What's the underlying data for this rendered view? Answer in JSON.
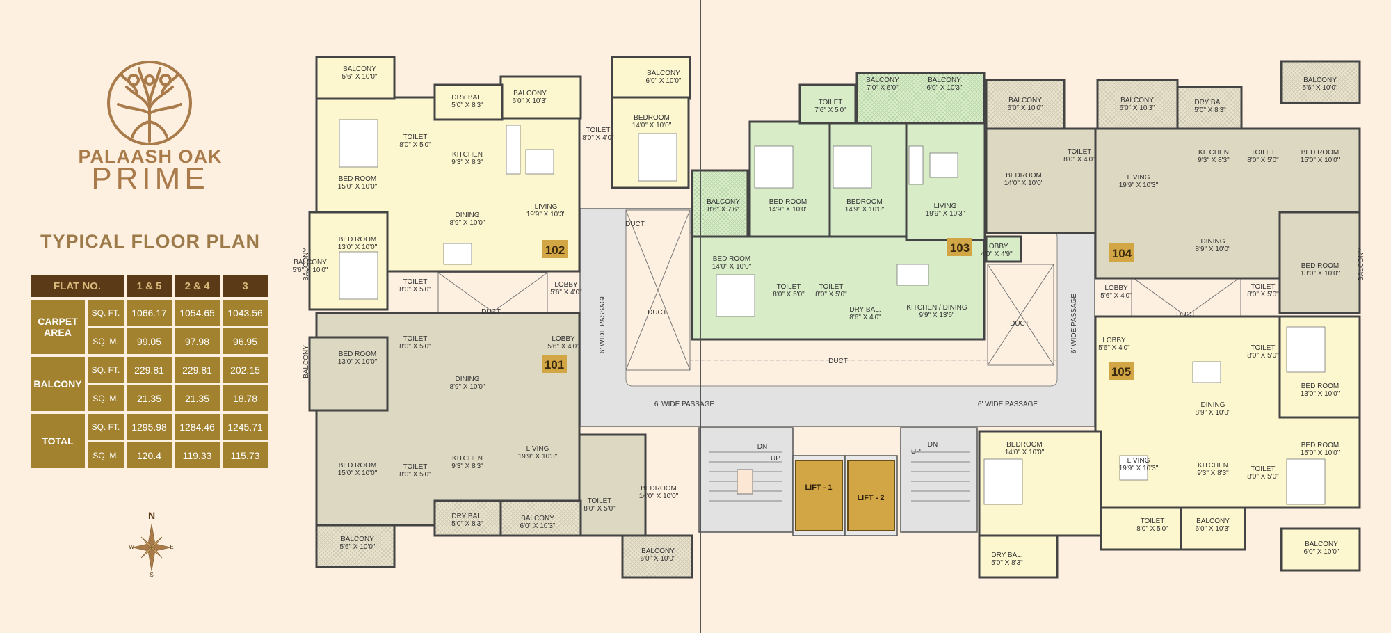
{
  "brand": {
    "line1": "PALAASH OAK",
    "line2": "PRIME"
  },
  "plan_title": "TYPICAL FLOOR PLAN",
  "colors": {
    "accent": "#a2812f",
    "header": "#5b3b17",
    "background": "#fdf0e0",
    "flat_yellow": "#fdf7cf",
    "flat_beige": "#ddd8c1",
    "flat_green": "#d8ecc8",
    "passage": "#e2e2e2",
    "lift": "#d2a645"
  },
  "area_table": {
    "headers": [
      "FLAT NO.",
      "1 & 5",
      "2 & 4",
      "3"
    ],
    "groups": [
      {
        "name": "CARPET AREA",
        "rows": [
          {
            "unit": "SQ. FT.",
            "values": [
              "1066.17",
              "1054.65",
              "1043.56"
            ]
          },
          {
            "unit": "SQ. M.",
            "values": [
              "99.05",
              "97.98",
              "96.95"
            ]
          }
        ]
      },
      {
        "name": "BALCONY",
        "rows": [
          {
            "unit": "SQ. FT.",
            "values": [
              "229.81",
              "229.81",
              "202.15"
            ]
          },
          {
            "unit": "SQ. M.",
            "values": [
              "21.35",
              "21.35",
              "18.78"
            ]
          }
        ]
      },
      {
        "name": "TOTAL",
        "rows": [
          {
            "unit": "SQ. FT.",
            "values": [
              "1295.98",
              "1284.46",
              "1245.71"
            ]
          },
          {
            "unit": "SQ. M.",
            "values": [
              "120.4",
              "119.33",
              "115.73"
            ]
          }
        ]
      }
    ]
  },
  "compass": {
    "n": "N",
    "s": "S",
    "e": "E",
    "w": "W"
  },
  "flats": [
    "101",
    "102",
    "103",
    "104",
    "105"
  ],
  "lifts": [
    "LIFT - 1",
    "LIFT - 2"
  ],
  "rooms": [
    [
      "BALCONY",
      "5'6\" X 10'0\""
    ],
    [
      "DRY BAL.",
      "5'0\" X 8'3\""
    ],
    [
      "BALCONY",
      "6'0\" X 10'3\""
    ],
    [
      "BALCONY",
      "6'0\" X 10'0\""
    ],
    [
      "TOILET",
      "8'0\" X 5'0\""
    ],
    [
      "TOILET",
      "8'0\" X 4'0\""
    ],
    [
      "BEDROOM",
      "14'0\" X 10'0\""
    ],
    [
      "BED ROOM",
      "15'0\" X 10'0\""
    ],
    [
      "KITCHEN",
      "9'3\" X 8'3\""
    ],
    [
      "LIVING",
      "19'9\" X 10'3\""
    ],
    [
      "DINING",
      "8'9\" X 10'0\""
    ],
    [
      "BED ROOM",
      "13'0\" X 10'0\""
    ],
    [
      "TOILET",
      "8'0\" X 5'0\""
    ],
    [
      "LOBBY",
      "5'6\" X 4'0\""
    ],
    [
      "BALCONY",
      ""
    ],
    [
      "LOBBY",
      "5'6\" X 4'0\""
    ],
    [
      "TOILET",
      "8'0\" X 5'0\""
    ],
    [
      "BED ROOM",
      "13'0\" X 10'0\""
    ],
    [
      "DINING",
      "8'9\" X 10'0\""
    ],
    [
      "BALCONY",
      ""
    ],
    [
      "BED ROOM",
      "15'0\" X 10'0\""
    ],
    [
      "TOILET",
      "8'0\" X 5'0\""
    ],
    [
      "KITCHEN",
      "9'3\" X 8'3\""
    ],
    [
      "LIVING",
      "19'9\" X 10'3\""
    ],
    [
      "TOILET",
      "8'0\" X 5'0\""
    ],
    [
      "BEDROOM",
      "14'0\" X 10'0\""
    ],
    [
      "DRY BAL.",
      "5'0\" X 8'3\""
    ],
    [
      "BALCONY",
      "6'0\" X 10'3\""
    ],
    [
      "BALCONY",
      "5'6\" X 10'0\""
    ],
    [
      "BALCONY",
      "6'0\" X 10'0\""
    ],
    [
      "TOILET",
      "7'6\" X 5'0\""
    ],
    [
      "BALCONY",
      "7'0\" X 6'0\""
    ],
    [
      "BALCONY",
      "6'0\" X 10'3\""
    ],
    [
      "BALCONY",
      "8'6\" X 7'6\""
    ],
    [
      "BED ROOM",
      "14'9\" X 10'0\""
    ],
    [
      "BEDROOM",
      "14'9\" X 10'0\""
    ],
    [
      "LIVING",
      "19'9\" X 10'3\""
    ],
    [
      "BED ROOM",
      "14'0\" X 10'0\""
    ],
    [
      "TOILET",
      "8'0\" X 5'0\""
    ],
    [
      "TOILET",
      "8'0\" X 5'0\""
    ],
    [
      "DRY BAL.",
      "8'6\" X 4'0\""
    ],
    [
      "KITCHEN / DINING",
      "9'9\" X 13'6\""
    ],
    [
      "LOBBY",
      "4'0\" X 4'9\""
    ],
    [
      "BALCONY",
      "6'0\" X 10'0\""
    ],
    [
      "BALCONY",
      "6'0\" X 10'3\""
    ],
    [
      "DRY BAL.",
      "5'0\" X 8'3\""
    ],
    [
      "BALCONY",
      "5'6\" X 10'0\""
    ],
    [
      "TOILET",
      "8'0\" X 4'0\""
    ],
    [
      "BEDROOM",
      "14'0\" X 10'0\""
    ],
    [
      "LIVING",
      "19'9\" X 10'3\""
    ],
    [
      "KITCHEN",
      "9'3\" X 8'3\""
    ],
    [
      "TOILET",
      "8'0\" X 5'0\""
    ],
    [
      "BED ROOM",
      "15'0\" X 10'0\""
    ],
    [
      "DINING",
      "8'9\" X 10'0\""
    ],
    [
      "BED ROOM",
      "13'0\" X 10'0\""
    ],
    [
      "LOBBY",
      "5'6\" X 4'0\""
    ],
    [
      "TOILET",
      "8'0\" X 5'0\""
    ],
    [
      "LOBBY",
      "5'6\" X 4'0\""
    ],
    [
      "TOILET",
      "8'0\" X 5'0\""
    ],
    [
      "BED ROOM",
      "13'0\" X 10'0\""
    ],
    [
      "DINING",
      "8'9\" X 10'0\""
    ],
    [
      "BEDROOM",
      "14'0\" X 10'0\""
    ],
    [
      "LIVING",
      "19'9\" X 10'3\""
    ],
    [
      "KITCHEN",
      "9'3\" X 8'3\""
    ],
    [
      "TOILET",
      "8'0\" X 5'0\""
    ],
    [
      "BED ROOM",
      "15'0\" X 10'0\""
    ],
    [
      "TOILET",
      "8'0\" X 5'0\""
    ],
    [
      "BALCONY",
      "6'0\" X 10'3\""
    ],
    [
      "DRY BAL.",
      "5'0\" X 8'3\""
    ],
    [
      "BALCONY",
      "6'0\" X 10'0\""
    ],
    [
      "BALCONY",
      "5'6\" X 10'0\""
    ],
    [
      "BALCONY",
      ""
    ],
    [
      "BALCONY",
      ""
    ]
  ],
  "common": [
    "DUCT",
    "DUCT",
    "DUCT",
    "DUCT",
    "DUCT",
    "DUCT",
    "6' WIDE PASSAGE",
    "6' WIDE PASSAGE",
    "6' WIDE PASSAGE",
    "6' WIDE PASSAGE",
    "DN",
    "UP",
    "UP",
    "DN"
  ]
}
